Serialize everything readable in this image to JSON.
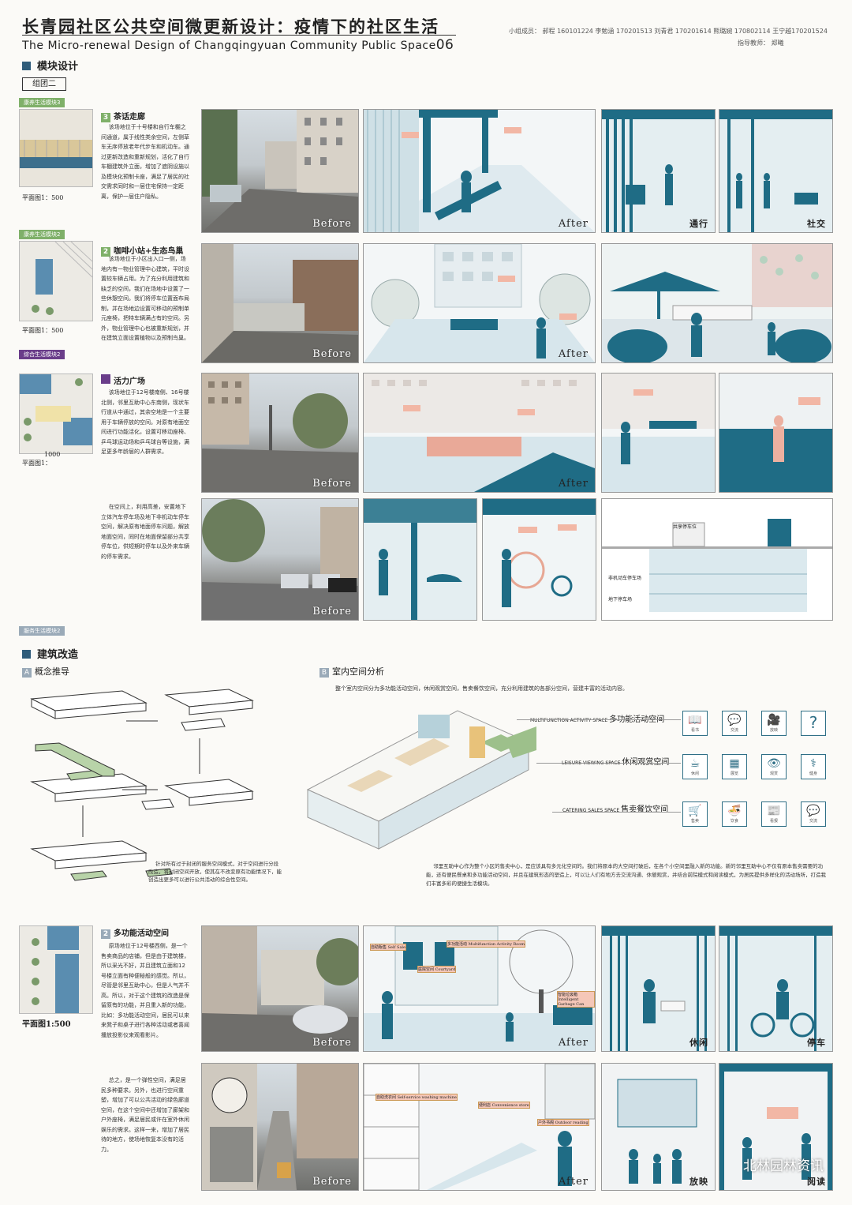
{
  "header": {
    "title_cn": "长青园社区公共空间微更新设计：疫情下的社区生活",
    "title_en": "The Micro-renewal Design of Changqingyuan Community Public Space",
    "sheet_no": "06",
    "members": "小组成员：  郝程 160101224   李勉涵 170201513  刘青君   170201614   熊璐婉 170802114   王宁越170201524",
    "advisor": "指导教师：   郑曦"
  },
  "module_section": {
    "title": "模块设计",
    "group": "组团二",
    "modules": [
      {
        "tag": "康养生活模块3",
        "plan_caption": "平面图1：500",
        "number": "3",
        "name": "茶话走廊",
        "desc": "该场地位于十号楼和自行车棚之间通道，属于线性类余空间，左侧草车无序停放老年代步车和机动车。通过更新改造和重新规划，活化了自行车棚建筑外立面，增加了遮阴设施以及模块化预制卡座，满足了居民的社交需求同时和一层住宅保持一定距离，保护一层住户隐私。",
        "panels": [
          "Before",
          "After",
          "通行",
          "社交"
        ]
      },
      {
        "tag": "康养生活模块2",
        "plan_caption": "平面图1：500",
        "number": "2",
        "name": "咖啡小站+生态鸟巢",
        "desc": "该场地位于小区出入口一侧，场地内有一物业管理中心建筑，平时设置较车辆占用。为了充分利用建筑和缺乏的空间，我们在场地中设置了一些休憩空间。我们将停车位置面布局制，并在场地边设置可移动的预制单元座椅，把特车辆满占有的空间。另外，物业管理中心也被重新规划，并在建筑立面设置植物以及预制鸟巢。",
        "panels": [
          "Before",
          "After"
        ]
      },
      {
        "tag": "综合生活模块2",
        "plan_caption": "平面图1：",
        "number": "",
        "name": "活力广场",
        "desc": "该场地位于12号楼南侧、16号楼北侧，邻里互助中心东南侧，现状车行道从中通过，其余空地是一个主要用于车辆停放的空间。对原有地面空间进行功能活化，设置可移动座椅、乒乓球运动场和乒乓球台等设施，满足更多年龄层的人群需求。",
        "scale": "1000",
        "panels": [
          "Before",
          "After"
        ]
      },
      {
        "desc": "在空间上，利用高差，安置地下立体汽车停车场及地下非机动车停车空间，解决原有地面停车问题，解放地面空间，同时在地面保留部分共享停车位，供短期时停车以及外来车辆的停车需求。",
        "panels": [
          "Before"
        ],
        "labels": [
          "共享停车位",
          "非机动车停车场",
          "地下停车场"
        ]
      }
    ]
  },
  "building_section": {
    "tag": "服务生活模块2",
    "title": "建筑改造",
    "concept": {
      "mark": "A",
      "title": "概念推导",
      "note": "针对所有过于封闭的服务空间模式，对于空间进行分段改造，将封闭空间开放，使其在不改变原有功能情况下，能创造出更多可以进行公共活动的综合性空间。"
    },
    "interior": {
      "mark": "B",
      "title": "室内空间分析",
      "intro": "整个室内空间分为多功能活动空间，休闲观赏空间，售卖餐饮空间，充分利用建筑的各部分空间，营建丰富的活动内容。",
      "spaces": [
        {
          "en": "MULTIFUNCTION ACTIVITY SPACE",
          "cn": "多功能活动空间",
          "icons": [
            {
              "g": "📖",
              "t": "看书"
            },
            {
              "g": "💬",
              "t": "交流"
            },
            {
              "g": "🎥",
              "t": "放映"
            },
            {
              "g": "?",
              "t": ""
            }
          ]
        },
        {
          "en": "LEISURE VIEWING SPACE",
          "cn": "休闲观赏空间",
          "icons": [
            {
              "g": "☕",
              "t": "休闲"
            },
            {
              "g": "▦",
              "t": "展览"
            },
            {
              "g": "👁",
              "t": "观赏"
            },
            {
              "g": "⚕",
              "t": "健身"
            }
          ]
        },
        {
          "en": "CATERING SALES SPACE",
          "cn": "售卖餐饮空间",
          "icons": [
            {
              "g": "🛒",
              "t": "售卖"
            },
            {
              "g": "🍜",
              "t": "饮食"
            },
            {
              "g": "📰",
              "t": "看报"
            },
            {
              "g": "💬",
              "t": "交流"
            }
          ]
        }
      ],
      "summary": "邻里互助中心作为整个小区的售卖中心，是应该具有多元化空间的。我们将原本的大空间打破后，在各个小空间里融入新的功能。新的邻里互助中心不仅有原本售卖需要的功能，还有便民餐桌和多功能活动空间，并且在建筑形态的塑造上，可以让人们有地方去交流沟通、休憩观赏，并结合前院模式和阅读模式，为居民提供多样化的活动场所，打造我们丰富多彩的便捷生活模块。"
    }
  },
  "activity_section": {
    "plan_caption": "平面图1:500",
    "number": "2",
    "name": "多功能活动空间",
    "desc1": "原场地位于12号楼西侧，是一个售卖商品的店铺，但是由于建筑楼，所以采光不好，并且建筑立面和12号楼立面有种便秘般的感觉。所以，尽管是邻里互助中心，但是人气并不高。所以，对于这个建筑的改造是保留原有的功能，并且重入新的功能，比如：多功能活动空间，居民可以来来凳子和桌子进行各种活动或者喜闻播放投影仪来观看影片。",
    "desc2": "总之，是一个弹性空间，满足居民多种要求。另外，也进行空间重塑，增加了可以公共活动的绿色廊道空间，在这个空间中还增加了廊架和户外座椅，满足居民或许在室外休闲娱乐的需求。这样一来，增加了居民待的地方，使场地恢复本没有的活力。",
    "panels": [
      "Before",
      "After",
      "休闲",
      "停车",
      "Before",
      "After",
      "放映",
      "阅读"
    ],
    "notes": [
      "自助贩售 Self Sale",
      "多功能活动 Multifunction Activity Room",
      "庭院空间 Courtyard",
      "智能垃圾箱 Intelligent Garbage Can",
      "自助洗衣间 Self-service washing machine",
      "便利店 Convenience store",
      "户外书阁 Outdoor reading"
    ]
  },
  "watermark": "北林园林资讯"
}
